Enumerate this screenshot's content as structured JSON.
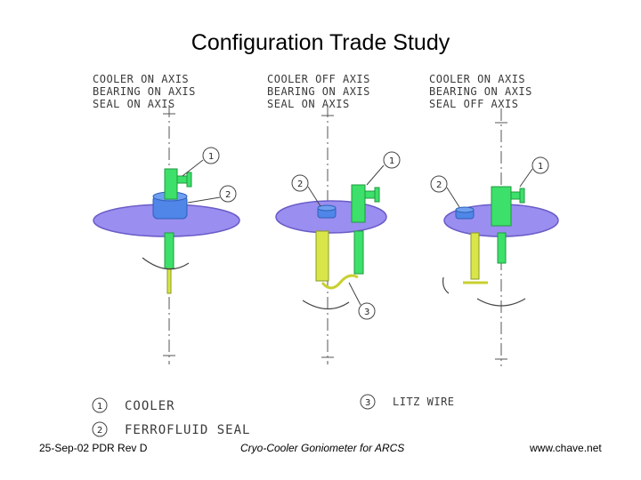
{
  "title": "Configuration Trade Study",
  "configs": [
    {
      "lines": [
        "COOLER ON AXIS",
        "BEARING ON AXIS",
        "SEAL ON AXIS"
      ]
    },
    {
      "lines": [
        "COOLER OFF AXIS",
        "BEARING ON AXIS",
        "SEAL ON AXIS"
      ]
    },
    {
      "lines": [
        "COOLER ON AXIS",
        "BEARING ON AXIS",
        "SEAL OFF AXIS"
      ]
    }
  ],
  "callouts": {
    "one": "1",
    "two": "2",
    "three": "3"
  },
  "legend": {
    "item1": {
      "num": "1",
      "label": "COOLER"
    },
    "item2": {
      "num": "2",
      "label": "FERROFLUID SEAL"
    },
    "item3": {
      "num": "3",
      "label": "LITZ WIRE"
    }
  },
  "footer": {
    "left": "25-Sep-02 PDR Rev D",
    "center": "Cryo-Cooler Goniometer for ARCS",
    "right": "www.chave.net"
  },
  "colors": {
    "platform": "#9a8ef0",
    "platform_edge": "#6a5cc8",
    "cooler": "#3de06a",
    "seal": "#4f86e8",
    "shaft": "#d8e64a",
    "axis": "#555555"
  }
}
